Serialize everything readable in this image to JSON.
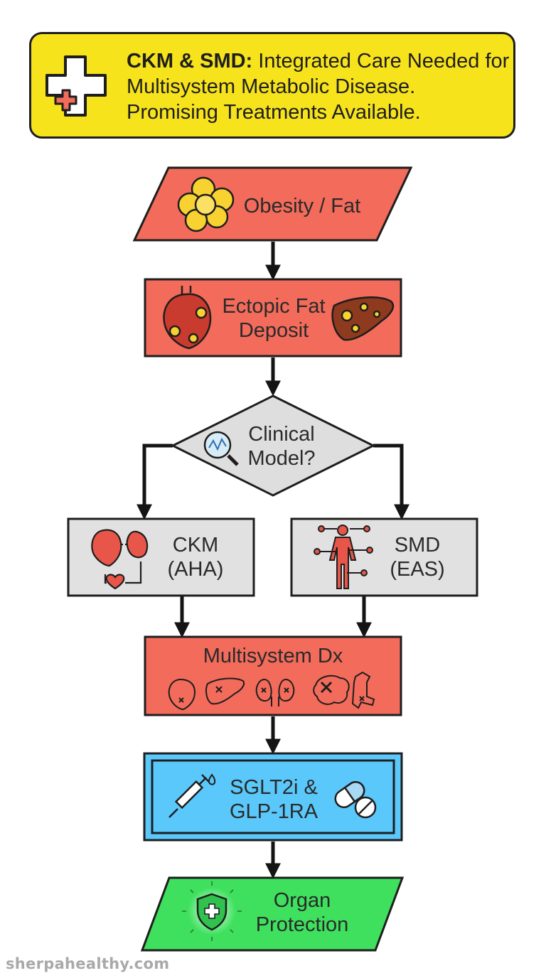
{
  "header": {
    "title_bold": "CKM & SMD:",
    "title_rest": " Integrated Care Needed for Multisystem Metabolic Disease. Promising Treatments Available."
  },
  "nodes": {
    "obesity": "Obesity / Fat",
    "ectopic": "Ectopic Fat\nDeposit",
    "decision": "Clinical\nModel?",
    "ckm": "CKM\n(AHA)",
    "smd": "SMD\n(EAS)",
    "multisystem": "Multisystem Dx",
    "treatment": "SGLT2i &\nGLP-1RA",
    "protection": "Organ\nProtection"
  },
  "colors": {
    "banner": "#f7e31c",
    "red_node": "#f26b5b",
    "gray_node": "#e1e1e1",
    "blue_node": "#5ac8fa",
    "green_node": "#3ee05e",
    "outline": "#1e1e1e"
  },
  "icons": {
    "banner": "medical-cross-icon",
    "obesity": "fat-cells-icon",
    "ectopic_left": "heart-fat-icon",
    "ectopic_right": "liver-fat-icon",
    "decision": "magnifier-chart-icon",
    "ckm": "heart-kidney-icon",
    "smd": "body-organs-icon",
    "multisystem": "damaged-organs-icon",
    "treatment_left": "syringe-icon",
    "treatment_right": "pills-icon",
    "protection": "shield-cross-icon"
  },
  "watermark": "sherpahealthy.com"
}
